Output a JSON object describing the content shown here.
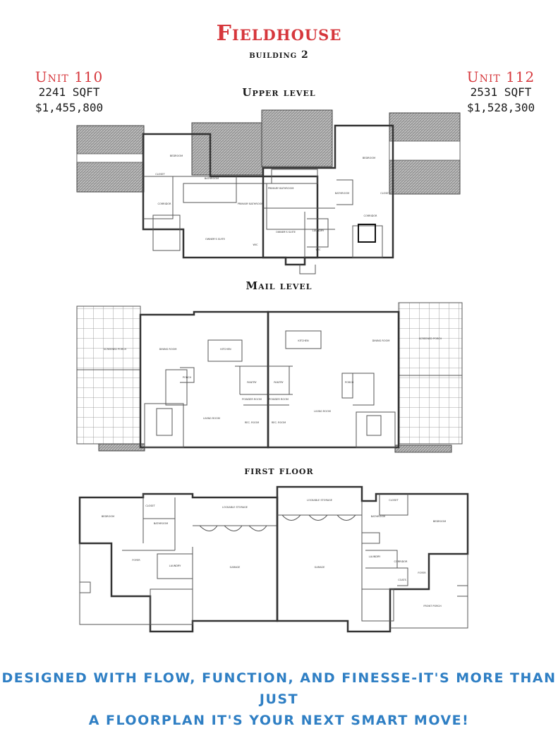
{
  "header": {
    "title": "Fieldhouse",
    "subtitle": "building 2"
  },
  "units": [
    {
      "name": "Unit 110",
      "sqft": "2241 SQFT",
      "price": "$1,455,800"
    },
    {
      "name": "Unit  112",
      "sqft": "2531 SQFT",
      "price": "$1,528,300"
    }
  ],
  "levels": [
    {
      "label": "Upper level",
      "rooms_left": [
        "BEDROOM",
        "CLOSET",
        "CORRIDOR",
        "BATHROOM",
        "PRIMARY BATHROOM",
        "OWNER'S SUITE",
        "WIC"
      ],
      "rooms_right": [
        "BEDROOM",
        "CLOSET",
        "CORRIDOR",
        "BATHROOM",
        "PRIMARY BATHROOM",
        "OWNER'S SUITE",
        "LAUNDRY",
        "WIC"
      ]
    },
    {
      "label": "Mail level",
      "rooms_left": [
        "SCREENED PORCH",
        "DINING ROOM",
        "KITCHEN",
        "PANTRY",
        "POWDER ROOM",
        "LIVING ROOM",
        "REC. ROOM",
        "PORCH"
      ],
      "rooms_right": [
        "KITCHEN",
        "DINING ROOM",
        "SCREENED PORCH",
        "PANTRY",
        "POWDER ROOM",
        "LIVING ROOM",
        "REC. ROOM",
        "PORCH"
      ]
    },
    {
      "label": "first floor",
      "rooms_left": [
        "BEDROOM",
        "CLOSET",
        "BATHROOM",
        "LAUNDRY",
        "FOYER",
        "LOCKABLE STORAGE",
        "GARAGE"
      ],
      "rooms_right": [
        "LOCKABLE STORAGE",
        "GARAGE",
        "CLOSET",
        "BATHROOM",
        "BEDROOM",
        "LAUNDRY",
        "CORRIDOR",
        "COATS",
        "FOYER",
        "FRONT PORCH"
      ]
    }
  ],
  "tagline": {
    "line1": "designed with flow, function, and finesse-it's more than just",
    "line2": "a floorplan it's your next smart move!"
  },
  "colors": {
    "title_red": "#d6373c",
    "tagline_blue": "#2f7fc4",
    "text_black": "#1a1a1a"
  }
}
